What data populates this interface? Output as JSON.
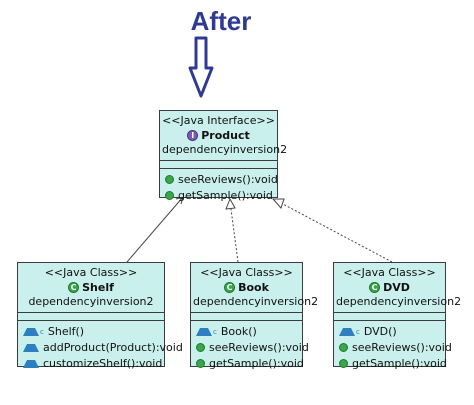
{
  "title": "After",
  "classes": {
    "product": {
      "stereotype": "<<Java Interface>>",
      "name": "Product",
      "package": "dependencyinversion2",
      "icon": "interface-icon",
      "ops": [
        "seeReviews():void",
        "getSample():void"
      ]
    },
    "shelf": {
      "stereotype": "<<Java Class>>",
      "name": "Shelf",
      "package": "dependencyinversion2",
      "icon": "class-icon",
      "ops": [
        "Shelf()",
        "addProduct(Product):void",
        "customizeShelf():void"
      ]
    },
    "book": {
      "stereotype": "<<Java Class>>",
      "name": "Book",
      "package": "dependencyinversion2",
      "icon": "class-icon",
      "ops": [
        "Book()",
        "seeReviews():void",
        "getSample():void"
      ]
    },
    "dvd": {
      "stereotype": "<<Java Class>>",
      "name": "DVD",
      "package": "dependencyinversion2",
      "icon": "class-icon",
      "ops": [
        "DVD()",
        "seeReviews():void",
        "getSample():void"
      ]
    }
  },
  "relations": [
    {
      "from": "Shelf",
      "to": "Product",
      "kind": "association"
    },
    {
      "from": "Book",
      "to": "Product",
      "kind": "realization"
    },
    {
      "from": "DVD",
      "to": "Product",
      "kind": "realization"
    }
  ],
  "colors": {
    "box_fill": "#c9f0ec",
    "title": "#2f3b93",
    "public_icon": "#3aa54a",
    "ctor_icon": "#2d7fbf"
  }
}
